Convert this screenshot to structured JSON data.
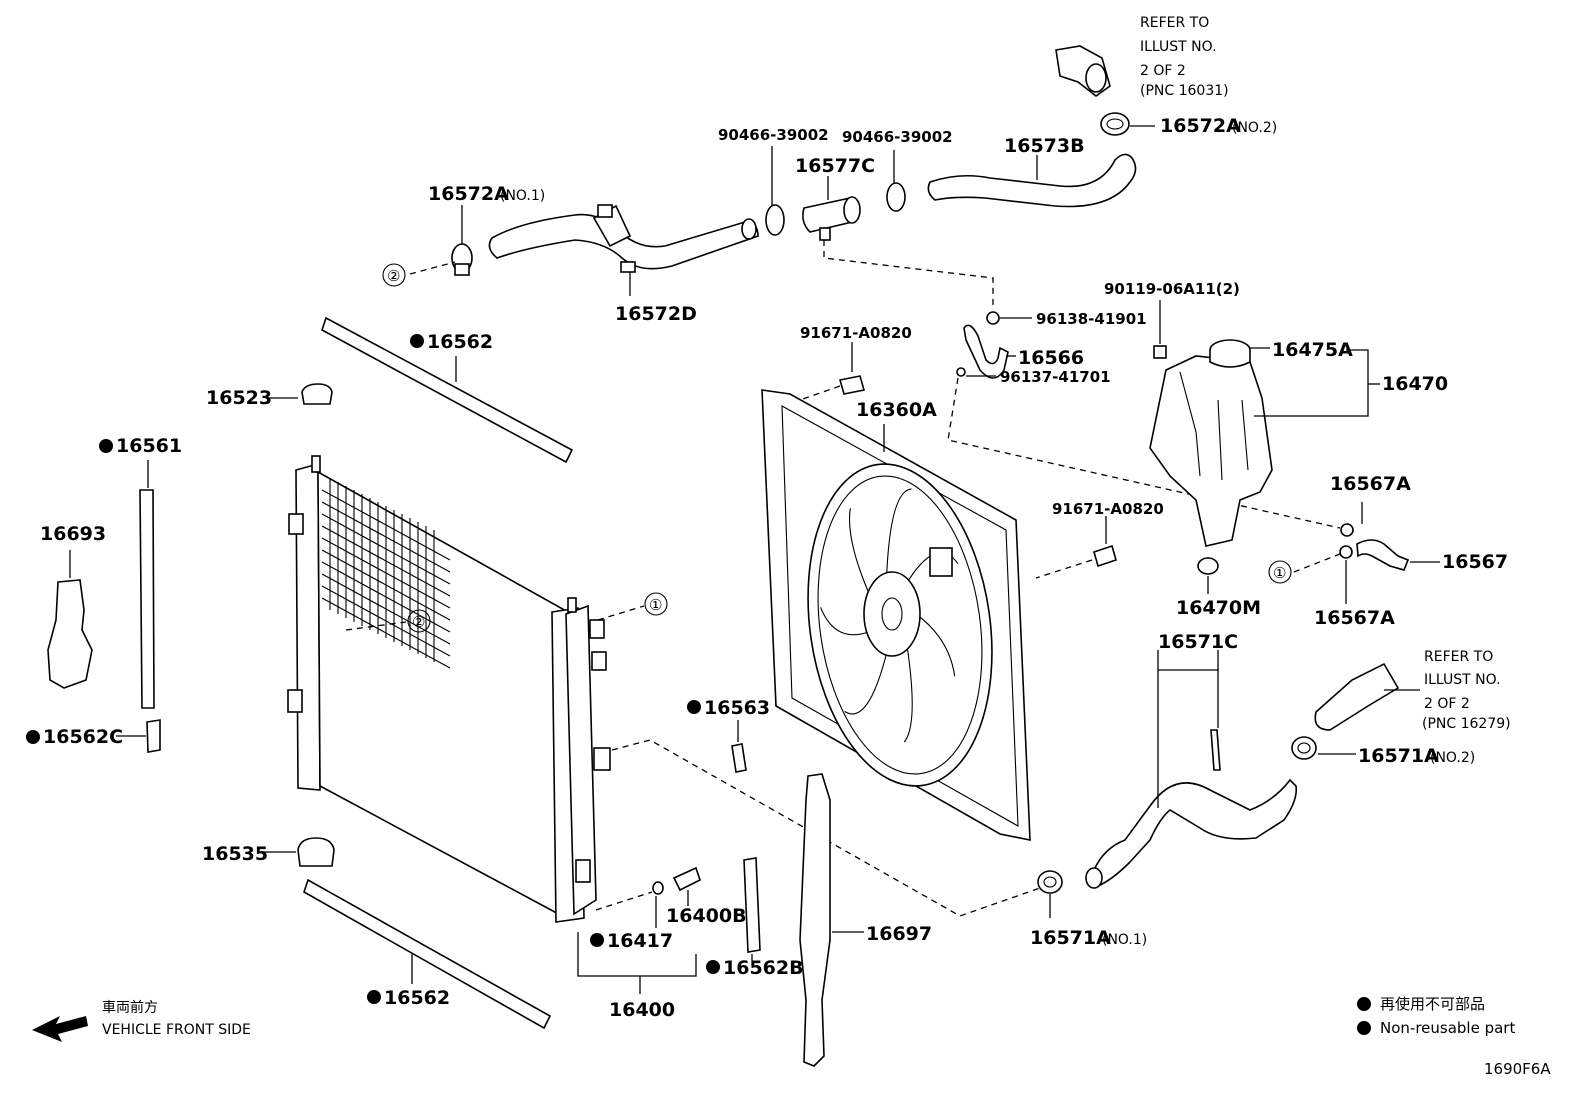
{
  "part_labels": {
    "p16572A_no1": "16572A",
    "p16572D": "16572D",
    "p90466_a": "90466-39002",
    "p90466_b": "90466-39002",
    "p16577C": "16577C",
    "p16573B": "16573B",
    "p16572A_no2": "16572A",
    "p16562_top": "16562",
    "p16523": "16523",
    "p16561": "16561",
    "p16693": "16693",
    "p16562C": "16562C",
    "p16535": "16535",
    "p16562_bot": "16562",
    "p16417": "16417",
    "p16400B": "16400B",
    "p16400": "16400",
    "p16563": "16563",
    "p16562B": "16562B",
    "p16697": "16697",
    "p91671_a": "91671-A0820",
    "p16360A": "16360A",
    "p91671_b": "91671-A0820",
    "p96138": "96138-41901",
    "p16566": "16566",
    "p96137": "96137-41701",
    "p90119": "90119-06A11(2)",
    "p16475A": "16475A",
    "p16470": "16470",
    "p16567A_top": "16567A",
    "p16567": "16567",
    "p16567A_bot": "16567A",
    "p16470M": "16470M",
    "p16571C": "16571C",
    "p16571A_no2": "16571A",
    "p16571A_no1": "16571A"
  },
  "tags": {
    "no1": "(NO.1)",
    "no2": "(NO.2)",
    "no2_b": "(NO.2)",
    "no1_b": "(NO.1)"
  },
  "callouts": {
    "c1": "①",
    "c2": "②",
    "c1_b": "①",
    "c2_b": "②"
  },
  "refer_notes": {
    "top": [
      "REFER TO",
      "ILLUST NO.",
      "2 OF 2",
      "(PNC 16031)"
    ],
    "right": [
      "REFER TO",
      "ILLUST NO.",
      "2 OF 2",
      "(PNC 16279)"
    ]
  },
  "direction": {
    "jp": "車両前方",
    "en": "VEHICLE FRONT SIDE"
  },
  "legend": {
    "jp": "再使用不可部品",
    "en": "Non-reusable part"
  },
  "illustration_id": "1690F6A"
}
